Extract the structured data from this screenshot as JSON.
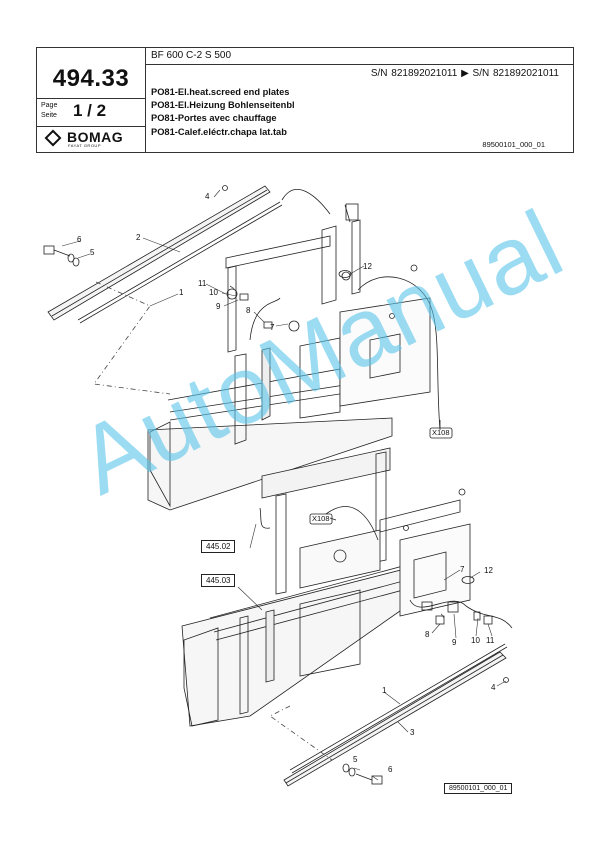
{
  "header": {
    "model": "BF 600 C-2 S 500",
    "serial_range": "S/N 821892021011 ▶ S/N 821892021011",
    "page_number": "494.33",
    "page_label": "Page\nSeite",
    "page_count": "1 / 2",
    "logo_name": "BOMAG",
    "logo_sub": "FAYAT GROUP",
    "titles": [
      "PO81-El.heat.screed end plates",
      "PO81-El.Heizung Bohlenseitenbl",
      "PO81-Portes avec chauffage",
      "PO81-Calef.eléctr.chapa lat.tab"
    ],
    "doc_ref": "89500101_000_01"
  },
  "diagram": {
    "ref_boxes": [
      "445.02",
      "445.03"
    ],
    "connectors": [
      "X108",
      "X108"
    ],
    "callouts_top": [
      "4",
      "2",
      "6",
      "5",
      "1",
      "11",
      "10",
      "9",
      "8",
      "7",
      "12"
    ],
    "callouts_bottom": [
      "7",
      "12",
      "8",
      "9",
      "10",
      "11",
      "4",
      "1",
      "3",
      "5",
      "6"
    ],
    "figure_id": "89500101_000_01"
  },
  "watermark": "AutoManual"
}
